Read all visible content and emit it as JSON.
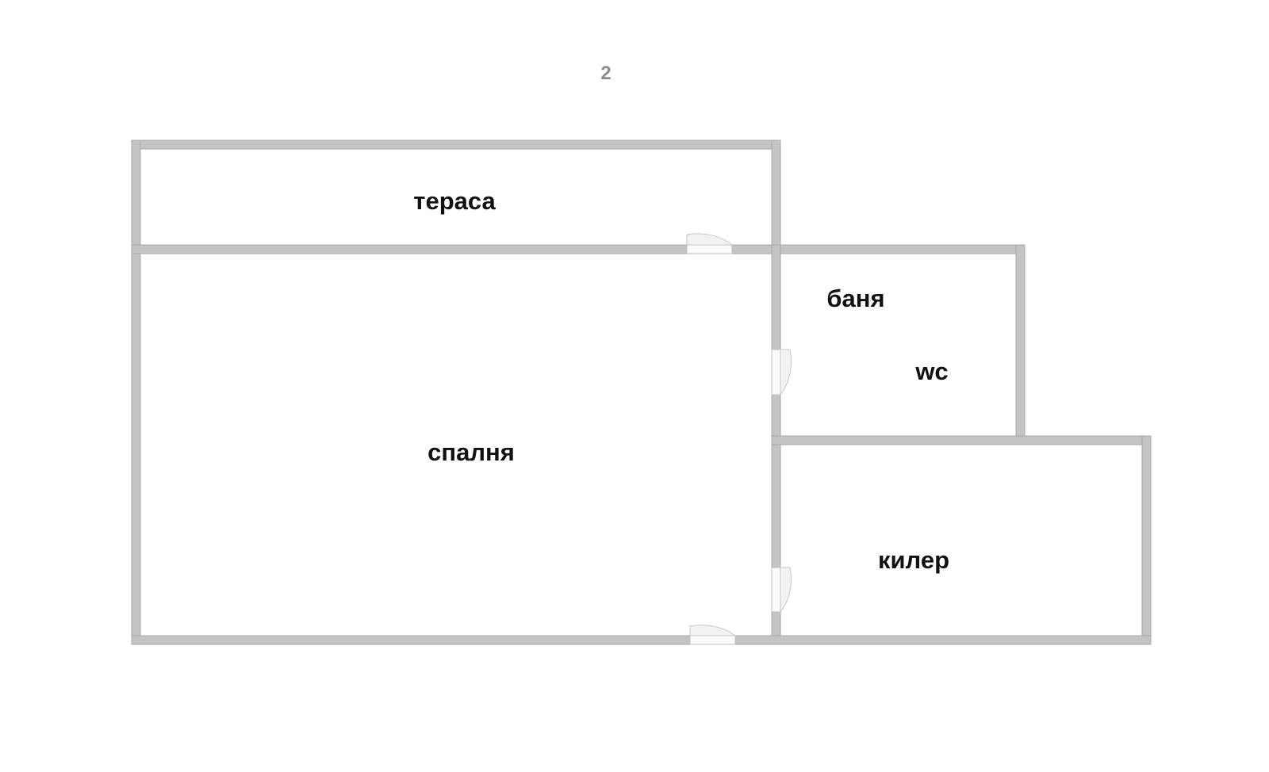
{
  "floor": "2",
  "rooms": {
    "terrace": "тераса",
    "bedroom": "спалня",
    "bathroom": "баня",
    "wc": "wc",
    "storage": "килер"
  },
  "colors": {
    "wall_fill": "#c4c4c4",
    "wall_edge": "#a9a9a9",
    "door": "#f2f2f2",
    "label": "#111111",
    "floor_label": "#8c8c8c"
  }
}
